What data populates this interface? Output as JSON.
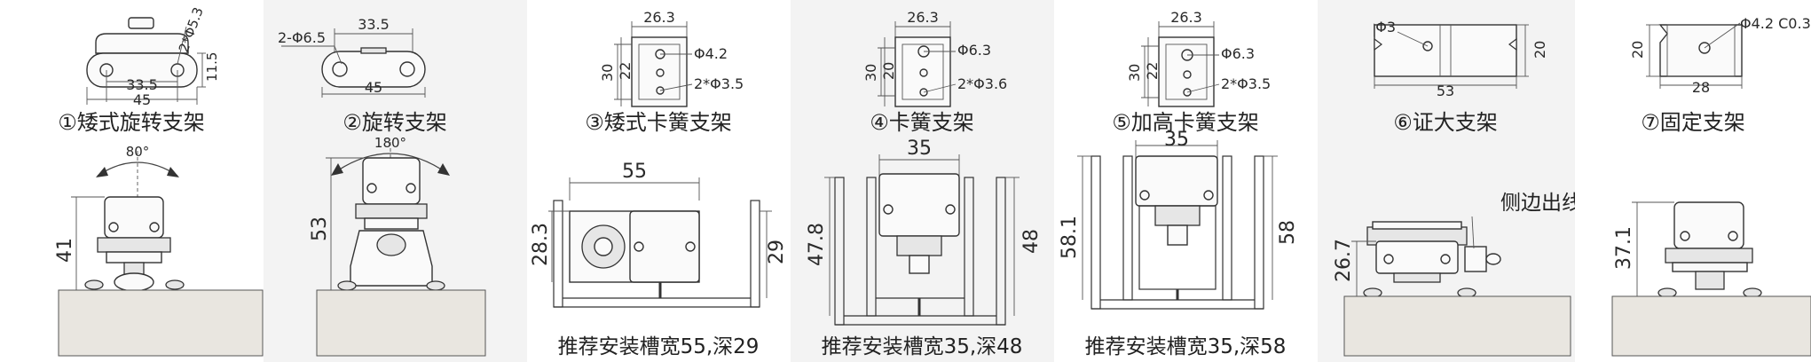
{
  "panels": [
    {
      "title": "①矮式旋转支架",
      "top_dims": {
        "w1": "33.5",
        "w2": "45",
        "h": "11.5",
        "hole": "2*Φ5.3"
      },
      "bottom": {
        "angle": "80°",
        "height": "41"
      },
      "caption": ""
    },
    {
      "title": "②旋转支架",
      "top_dims": {
        "w1": "33.5",
        "w2": "45",
        "hole": "2-Φ6.5"
      },
      "bottom": {
        "angle": "180°",
        "height": "53"
      },
      "caption": ""
    },
    {
      "title": "③矮式卡簧支架",
      "top_dims": {
        "w": "26.3",
        "h1": "30",
        "h2": "22",
        "hole1": "Φ4.2",
        "hole2": "2*Φ3.5"
      },
      "bottom": {
        "width": "55",
        "h_left": "28.3",
        "h_right": "29"
      },
      "caption": "推荐安装槽宽55,深29"
    },
    {
      "title": "④卡簧支架",
      "top_dims": {
        "w": "26.3",
        "h1": "30",
        "h2": "20",
        "hole1": "Φ6.3",
        "hole2": "2*Φ3.6"
      },
      "bottom": {
        "width": "35",
        "h_left": "47.8",
        "h_right": "48"
      },
      "caption": "推荐安装槽宽35,深48"
    },
    {
      "title": "⑤加高卡簧支架",
      "top_dims": {
        "w": "26.3",
        "h1": "30",
        "h2": "22",
        "hole1": "Φ6.3",
        "hole2": "2*Φ3.5"
      },
      "bottom": {
        "width": "35",
        "h_left": "58.1",
        "h_right": "58"
      },
      "caption": "推荐安装槽宽35,深58"
    },
    {
      "title": "⑥证大支架",
      "top_dims": {
        "w": "53",
        "h": "20",
        "hole": "Φ3"
      },
      "bottom": {
        "note": "侧边出线",
        "height": "26.7"
      },
      "caption": ""
    },
    {
      "title": "⑦固定支架",
      "top_dims": {
        "w": "28",
        "h": "20",
        "hole": "Φ4.2 C0.3"
      },
      "bottom": {
        "height": "37.1"
      },
      "caption": ""
    }
  ]
}
